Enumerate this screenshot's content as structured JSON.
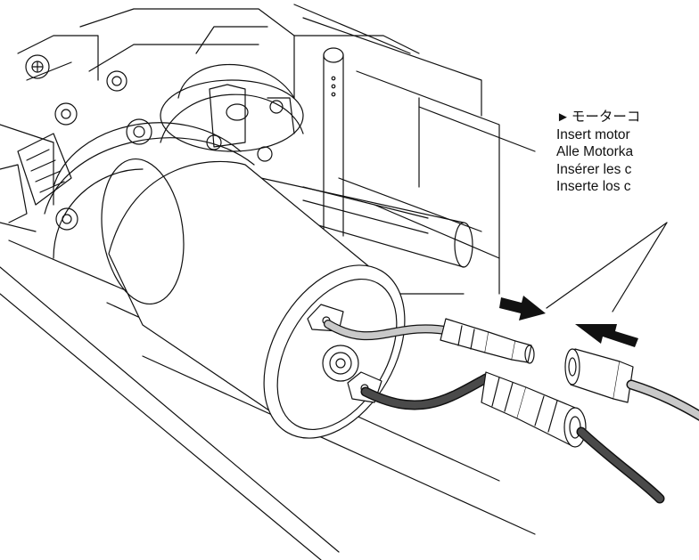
{
  "caption": {
    "marker": "►",
    "lines": [
      "モーターコ",
      "Insert motor",
      "Alle Motorka",
      "Insérer les c",
      "Inserte los c"
    ]
  },
  "colors": {
    "line": "#111111",
    "light_wire": "#c9c9c9",
    "dark_wire": "#4a4a4a",
    "background": "#ffffff"
  }
}
